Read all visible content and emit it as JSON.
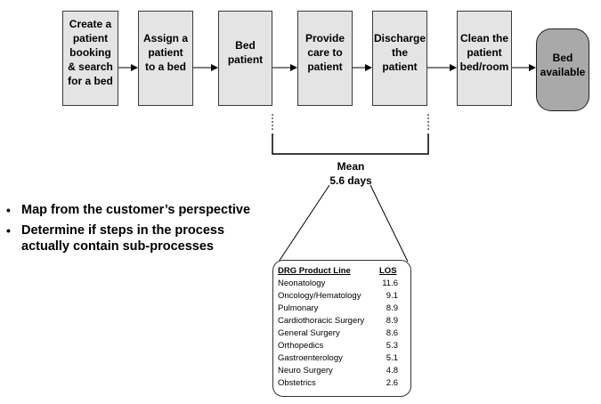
{
  "process_steps": [
    {
      "label": "Create a\npatient\nbooking\n& search\nfor a bed"
    },
    {
      "label": "Assign a\npatient\nto a bed"
    },
    {
      "label": "Bed\npatient"
    },
    {
      "label": "Provide\ncare to\npatient"
    },
    {
      "label": "Discharge\nthe\npatient"
    },
    {
      "label": "Clean the\npatient\nbed/room"
    }
  ],
  "terminal": {
    "label": "Bed\navailable"
  },
  "mean": {
    "label": "Mean\n5.6 days"
  },
  "bullets": [
    "Map from the customer’s perspective",
    "Determine if steps in the process\n  actually contain sub-processes"
  ],
  "bullet_glyph": "•",
  "los_table": {
    "headers": {
      "product_line": "DRG Product Line",
      "los": "LOS"
    },
    "rows": [
      {
        "product_line": "Neonatology",
        "los": "11.6"
      },
      {
        "product_line": "Oncology/Hematology",
        "los": "9.1"
      },
      {
        "product_line": "Pulmonary",
        "los": "8.9"
      },
      {
        "product_line": "Cardiothoracic Surgery",
        "los": "8.9"
      },
      {
        "product_line": "General Surgery",
        "los": "8.6"
      },
      {
        "product_line": "Orthopedics",
        "los": "5.3"
      },
      {
        "product_line": "Gastroenterology",
        "los": "5.1"
      },
      {
        "product_line": "Neuro Surgery",
        "los": "4.8"
      },
      {
        "product_line": "Obstetrics",
        "los": "2.6"
      }
    ]
  },
  "colors": {
    "step_fill": "#e4e4e4",
    "terminal_fill": "#a9a9a9",
    "line": "#000000"
  }
}
